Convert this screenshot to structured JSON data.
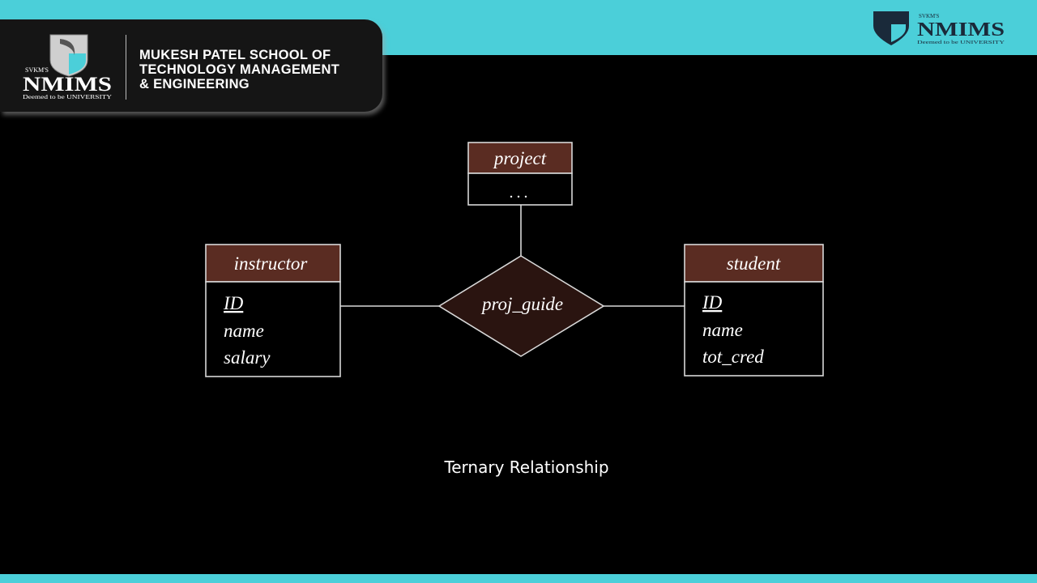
{
  "header": {
    "school_lines": [
      "MUKESH PATEL SCHOOL OF",
      "TECHNOLOGY MANAGEMENT",
      "& ENGINEERING"
    ],
    "logo_left": {
      "prefix": "SVKM'S",
      "name": "NMIMS",
      "tagline": "Deemed to be UNIVERSITY"
    },
    "logo_right": {
      "prefix": "SVKM'S",
      "name": "NMIMS",
      "tagline": "Deemed to be UNIVERSITY"
    }
  },
  "diagram": {
    "entities": {
      "project": {
        "title": "project",
        "attributes": [
          "..."
        ]
      },
      "instructor": {
        "title": "instructor",
        "attributes": [
          "ID",
          "name",
          "salary"
        ]
      },
      "student": {
        "title": "student",
        "attributes": [
          "ID",
          "name",
          "tot_cred"
        ]
      }
    },
    "relationship": {
      "label": "proj_guide"
    }
  },
  "caption": "Ternary Relationship",
  "colors": {
    "accent": "#4bcfd9",
    "entity_header": "#5a2c22",
    "diagram_line": "#d8d8d8",
    "background": "#000000"
  }
}
